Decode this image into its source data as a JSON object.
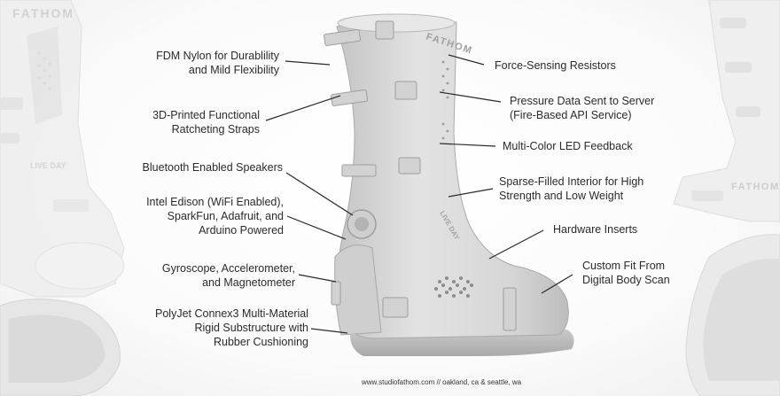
{
  "brand": {
    "logo_text": "FATHOM",
    "emblem_text": "LIVE DAY"
  },
  "labels_left": [
    {
      "id": "fdm-nylon",
      "lines": [
        "FDM Nylon for Durablility",
        "and Mild Flexibility"
      ]
    },
    {
      "id": "ratcheting-straps",
      "lines": [
        "3D-Printed Functional",
        "Ratcheting Straps"
      ]
    },
    {
      "id": "bluetooth-speakers",
      "lines": [
        "Bluetooth Enabled Speakers"
      ]
    },
    {
      "id": "intel-edison",
      "lines": [
        "Intel Edison (WiFi Enabled),",
        "SparkFun, Adafruit, and",
        "Arduino Powered"
      ]
    },
    {
      "id": "gyroscope",
      "lines": [
        "Gyroscope, Accelerometer,",
        "and Magnetometer"
      ]
    },
    {
      "id": "polyjet",
      "lines": [
        "PolyJet Connex3 Multi-Material",
        "Rigid Substructure with",
        "Rubber Cushioning"
      ]
    }
  ],
  "labels_right": [
    {
      "id": "force-sensing",
      "lines": [
        "Force-Sensing Resistors"
      ]
    },
    {
      "id": "pressure-data",
      "lines": [
        "Pressure Data Sent to Server",
        "(Fire-Based API Service)"
      ]
    },
    {
      "id": "led-feedback",
      "lines": [
        "Multi-Color LED Feedback"
      ]
    },
    {
      "id": "sparse-filled",
      "lines": [
        "Sparse-Filled Interior for High",
        "Strength and Low Weight"
      ]
    },
    {
      "id": "hardware-inserts",
      "lines": [
        "Hardware Inserts"
      ]
    },
    {
      "id": "custom-fit",
      "lines": [
        "Custom Fit From",
        "Digital Body Scan"
      ]
    }
  ],
  "footer": {
    "text": "www.studiofathom.com // oakland, ca & seattle, wa"
  },
  "colors": {
    "boot": "#dcdcdc",
    "boot_shadow": "#b9b9b9",
    "boot_dark": "#9c9c9c",
    "text": "#2b2b2b",
    "leader_line": "#2a2a2a"
  }
}
